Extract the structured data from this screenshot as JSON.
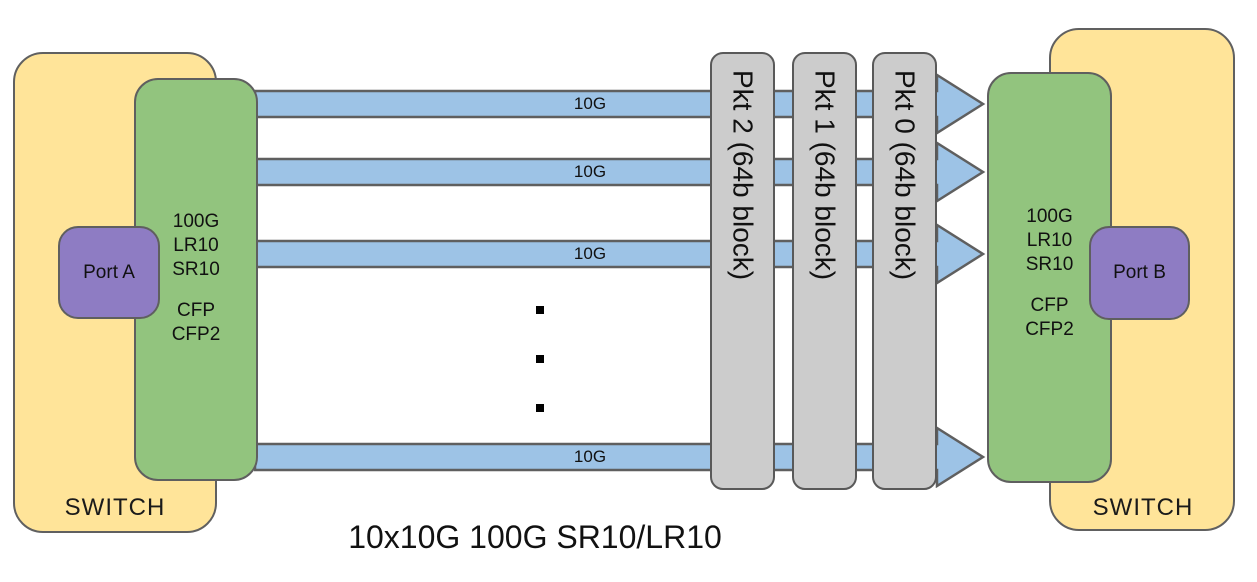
{
  "caption": "10x10G 100G SR10/LR10",
  "left_switch": {
    "label": "SWITCH",
    "port_label": "Port A",
    "module_top": "100G\nLR10\nSR10",
    "module_bottom": "CFP\nCFP2"
  },
  "right_switch": {
    "label": "SWITCH",
    "port_label": "Port B",
    "module_top": "100G\nLR10\nSR10",
    "module_bottom": "CFP\nCFP2"
  },
  "lanes": [
    {
      "label": "10G"
    },
    {
      "label": "10G"
    },
    {
      "label": "10G"
    },
    {
      "label": "10G"
    }
  ],
  "lane_ellipsis_count": 3,
  "packet_blocks": [
    {
      "label": "Pkt 2 (64b block)"
    },
    {
      "label": "Pkt 1 (64b block)"
    },
    {
      "label": "Pkt 0 (64b block)"
    }
  ],
  "colors": {
    "switch_fill": "#FFE499",
    "module_fill": "#92C47E",
    "port_fill": "#8E7CC3",
    "lane_fill": "#9DC3E6",
    "packet_fill": "#CCCCCC",
    "outline": "#5f5f5f",
    "text": "#111111"
  }
}
